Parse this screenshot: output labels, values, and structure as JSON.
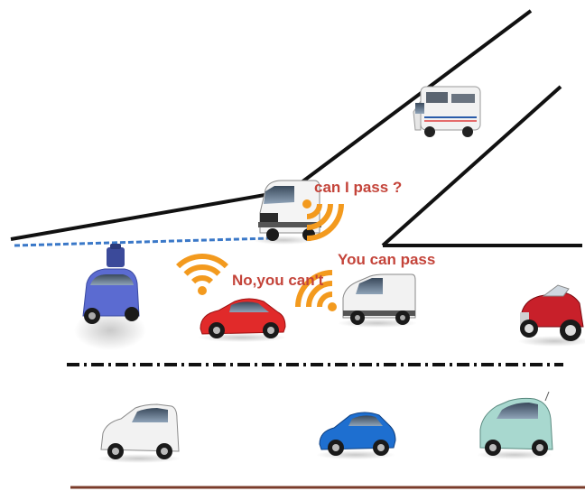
{
  "labels": {
    "question": "can I pass ?",
    "deny": "No,you can't",
    "allow": "You can pass"
  },
  "colors": {
    "label_text": "#c4443a",
    "signal": "#f39a1e",
    "road_edge": "#111111",
    "dashed_line": "#3a78c8",
    "bottom_line": "#7a3b2a"
  },
  "vehicles": [
    {
      "name": "camper-van",
      "color": "#f2f2f2"
    },
    {
      "name": "delivery-van",
      "color": "#f4f4f4"
    },
    {
      "name": "blue-car-with-luggage",
      "color": "#5b6bd1"
    },
    {
      "name": "red-sports-car",
      "color": "#e12a2a"
    },
    {
      "name": "white-panel-van",
      "color": "#f2f2f2"
    },
    {
      "name": "red-classic-convertible",
      "color": "#c8202a"
    },
    {
      "name": "white-hatchback",
      "color": "#f2f2f2"
    },
    {
      "name": "blue-coupe",
      "color": "#1e6fd0"
    },
    {
      "name": "mint-city-car",
      "color": "#a8d8cf"
    }
  ],
  "icons": [
    "wifi-signal-icon"
  ]
}
